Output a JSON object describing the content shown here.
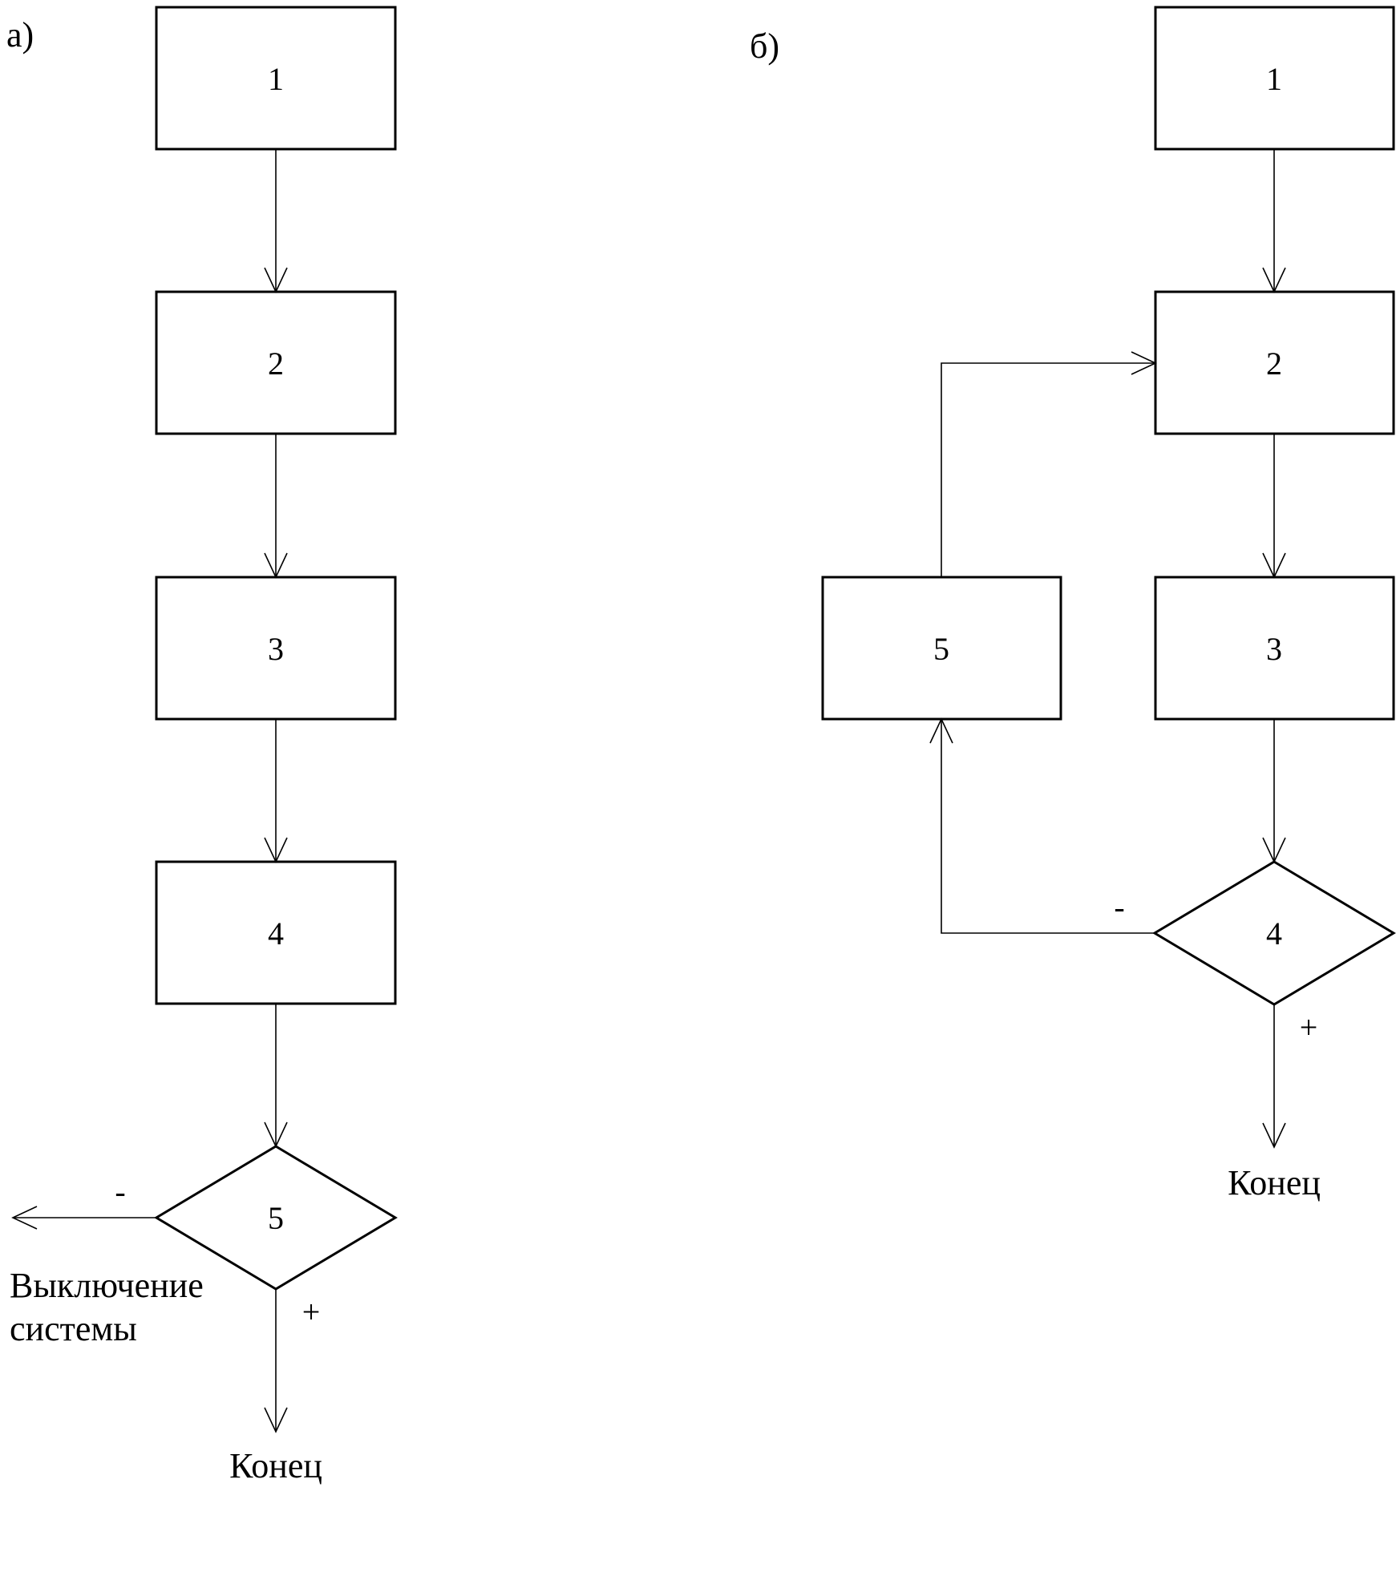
{
  "panel_a": {
    "label": "а)",
    "boxes": [
      "1",
      "2",
      "3",
      "4"
    ],
    "decision": "5",
    "minus": "-",
    "plus": "+",
    "exit_line1": "Выключение",
    "exit_line2": "системы",
    "end": "Конец"
  },
  "panel_b": {
    "label": "б)",
    "boxes": [
      "1",
      "2",
      "3",
      "5"
    ],
    "decision": "4",
    "minus": "-",
    "plus": "+",
    "end": "Конец"
  }
}
